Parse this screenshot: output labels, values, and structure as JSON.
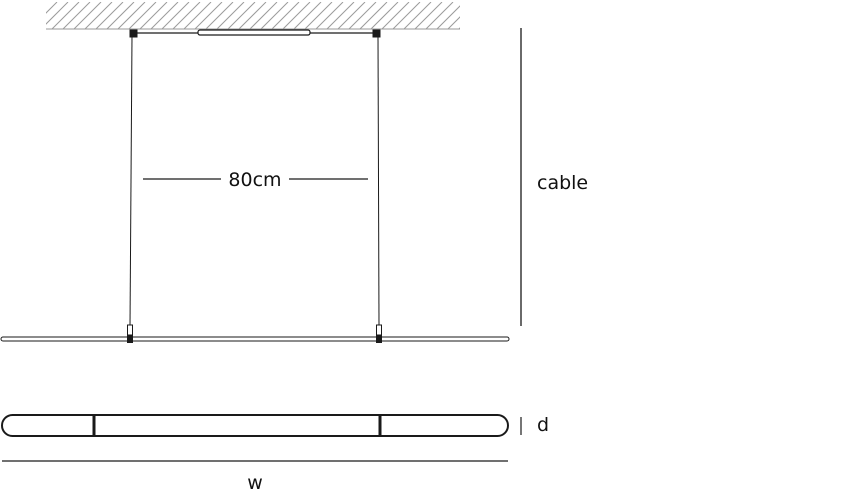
{
  "labels": {
    "spacing": "80cm",
    "cable": "cable",
    "depth": "d",
    "width": "w"
  },
  "colors": {
    "line": "#1a1a1a",
    "hatch": "#9a9a9a",
    "background": "#ffffff"
  }
}
